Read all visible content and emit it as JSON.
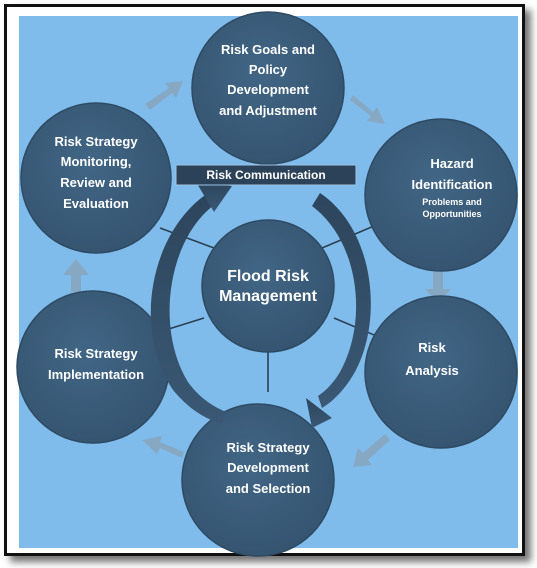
{
  "diagram": {
    "center": {
      "line1": "Flood Risk",
      "line2": "Management"
    },
    "communication_bar": "Risk Communication",
    "nodes": {
      "goals": [
        "Risk Goals and",
        "Policy",
        "Development",
        "and Adjustment"
      ],
      "hazard_title": [
        "Hazard",
        "Identification"
      ],
      "hazard_subtitle": [
        "Problems and",
        "Opportunities"
      ],
      "analysis": [
        "Risk",
        "Analysis"
      ],
      "development": [
        "Risk Strategy",
        "Development",
        "and Selection"
      ],
      "implementation": [
        "Risk Strategy",
        "Implementation"
      ],
      "monitoring": [
        "Risk Strategy",
        "Monitoring,",
        "Review  and",
        "Evaluation"
      ]
    },
    "colors": {
      "background": "#7fbcec",
      "circle": "#3a5c7b",
      "circle_edge": "#2e4a63",
      "bar": "#2c4258",
      "arrow": "#87a8c3",
      "connector": "#2b3f52"
    }
  }
}
